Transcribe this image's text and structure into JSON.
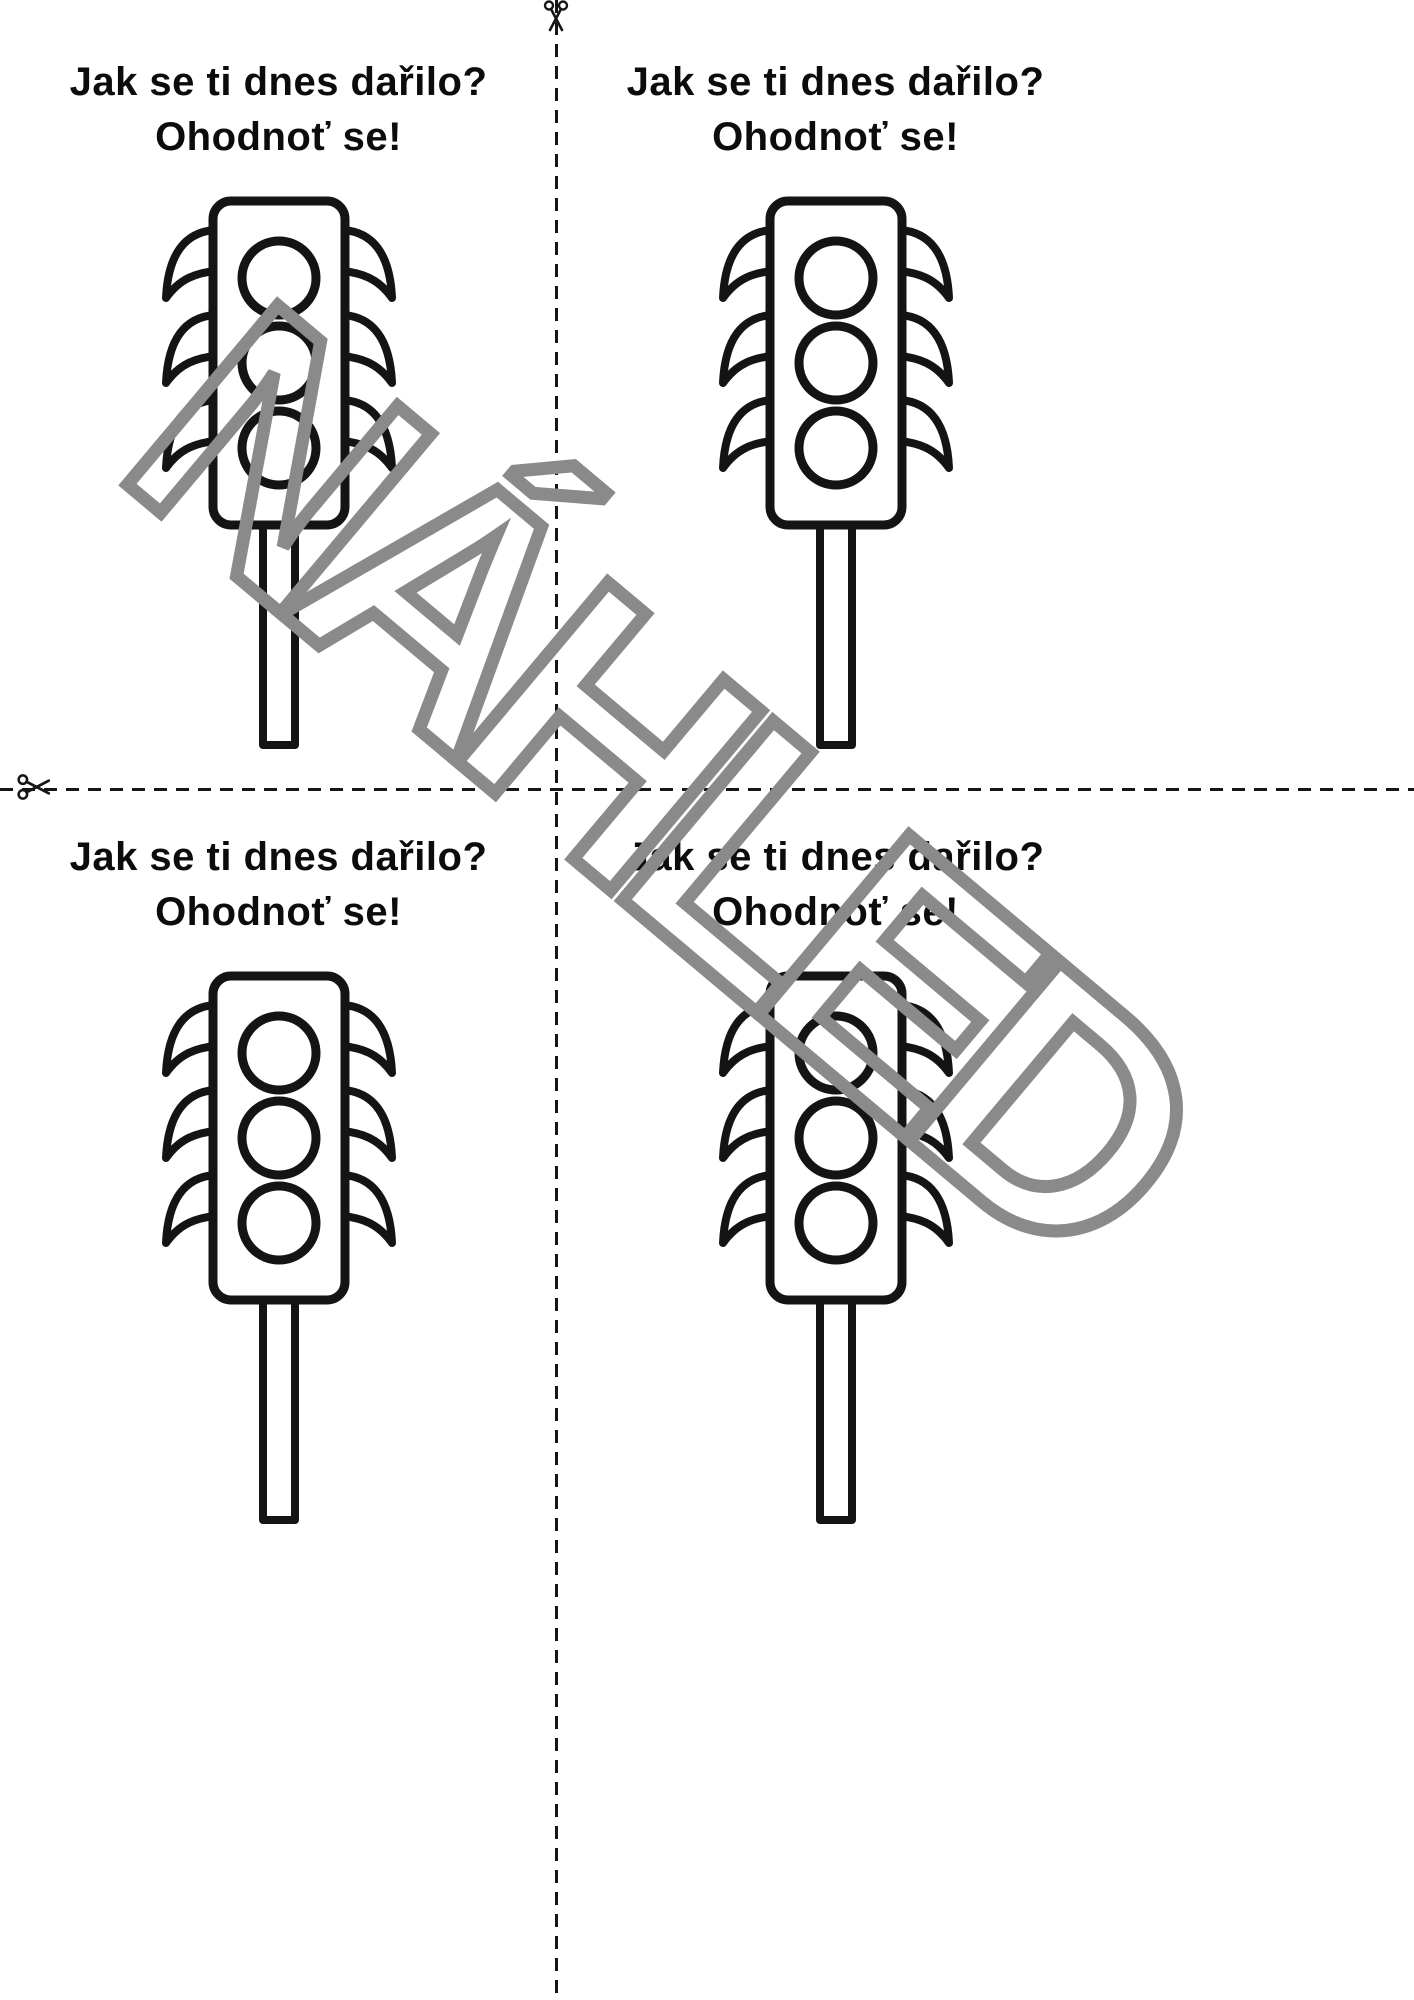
{
  "page": {
    "background": "#ffffff",
    "ink_color": "#141414",
    "watermark": {
      "text": "NÁHLED",
      "color": "#8a8a8a"
    }
  },
  "cut_lines": {
    "style": "dashed",
    "color": "#161616",
    "vertical_icon": "scissors-icon",
    "horizontal_icon": "scissors-icon"
  },
  "cards": [
    {
      "title": "Jak se ti dnes dařilo?",
      "subtitle": "Ohodnoť se!"
    },
    {
      "title": "Jak se ti dnes dařilo?",
      "subtitle": "Ohodnoť se!"
    },
    {
      "title": "Jak se ti dnes dařilo?",
      "subtitle": "Ohodnoť se!"
    },
    {
      "title": "Jak se ti dnes dařilo?",
      "subtitle": "Ohodnoť se!"
    }
  ],
  "traffic_light": {
    "lights": 3,
    "style": "outline"
  }
}
